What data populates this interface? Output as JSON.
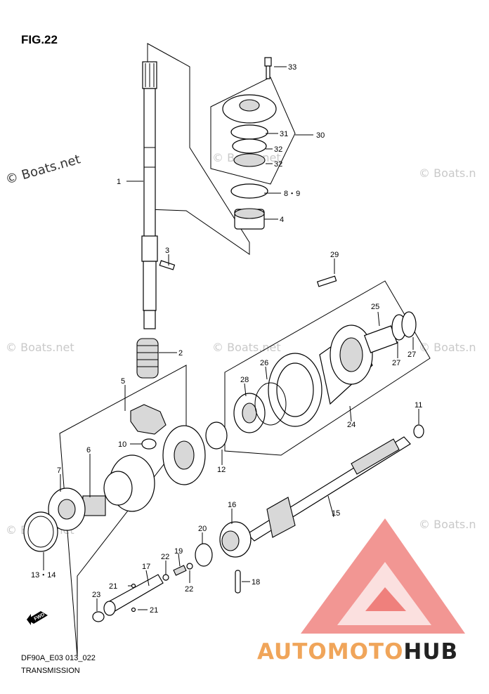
{
  "figure": {
    "title": "FIG.22"
  },
  "footer": {
    "code": "DF90A_E03 013_022",
    "caption": "TRANSMISSION"
  },
  "watermarks": {
    "text": "© Boats.net",
    "faint_text": "© Boats.net",
    "faint_fragment": "© Boats.n"
  },
  "logo": {
    "part1": "AUTO",
    "part2": "MOTO",
    "part3": "HUB",
    "accent_color": "#f0a55a",
    "dark_color": "#222222",
    "triangle_color": "#e8403a"
  },
  "fwd_marker": {
    "text": "FWD"
  },
  "callouts": {
    "c1": "1",
    "c2": "2",
    "c3": "3",
    "c4": "4",
    "c5": "5",
    "c6": "6",
    "c7": "7",
    "c89": "8・9",
    "c10": "10",
    "c11": "11",
    "c12": "12",
    "c1314": "13・14",
    "c15": "15",
    "c16": "16",
    "c17": "17",
    "c18": "18",
    "c19": "19",
    "c20": "20",
    "c21a": "21",
    "c21b": "21",
    "c22a": "22",
    "c22b": "22",
    "c23": "23",
    "c24": "24",
    "c25": "25",
    "c26": "26",
    "c27a": "27",
    "c27b": "27",
    "c28": "28",
    "c29": "29",
    "c30": "30",
    "c31": "31",
    "c32a": "32",
    "c32b": "32",
    "c33": "33"
  }
}
